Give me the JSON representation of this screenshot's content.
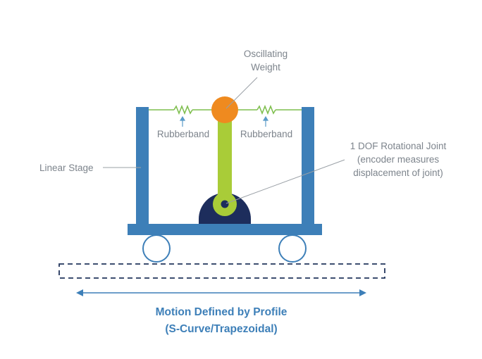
{
  "labels": {
    "weight_line1": "Oscillating",
    "weight_line2": "Weight",
    "rubberband_left": "Rubberband",
    "rubberband_right": "Rubberband",
    "linear_stage": "Linear Stage",
    "joint_line1": "1 DOF Rotational Joint",
    "joint_line2": "(encoder measures",
    "joint_line3": "displacement of joint)"
  },
  "caption": {
    "line1": "Motion Defined by Profile",
    "line2": "(S-Curve/Trapezoidal)"
  },
  "colors": {
    "stage_blue": "#3d7fb8",
    "arm_green": "#a9cc38",
    "spring_green": "#7fbf4f",
    "weight_orange": "#ef8a1f",
    "base_navy": "#1d2d5c",
    "label_gray": "#7d848c",
    "caption_blue": "#3d7fb8",
    "track_navy": "#22355c"
  }
}
